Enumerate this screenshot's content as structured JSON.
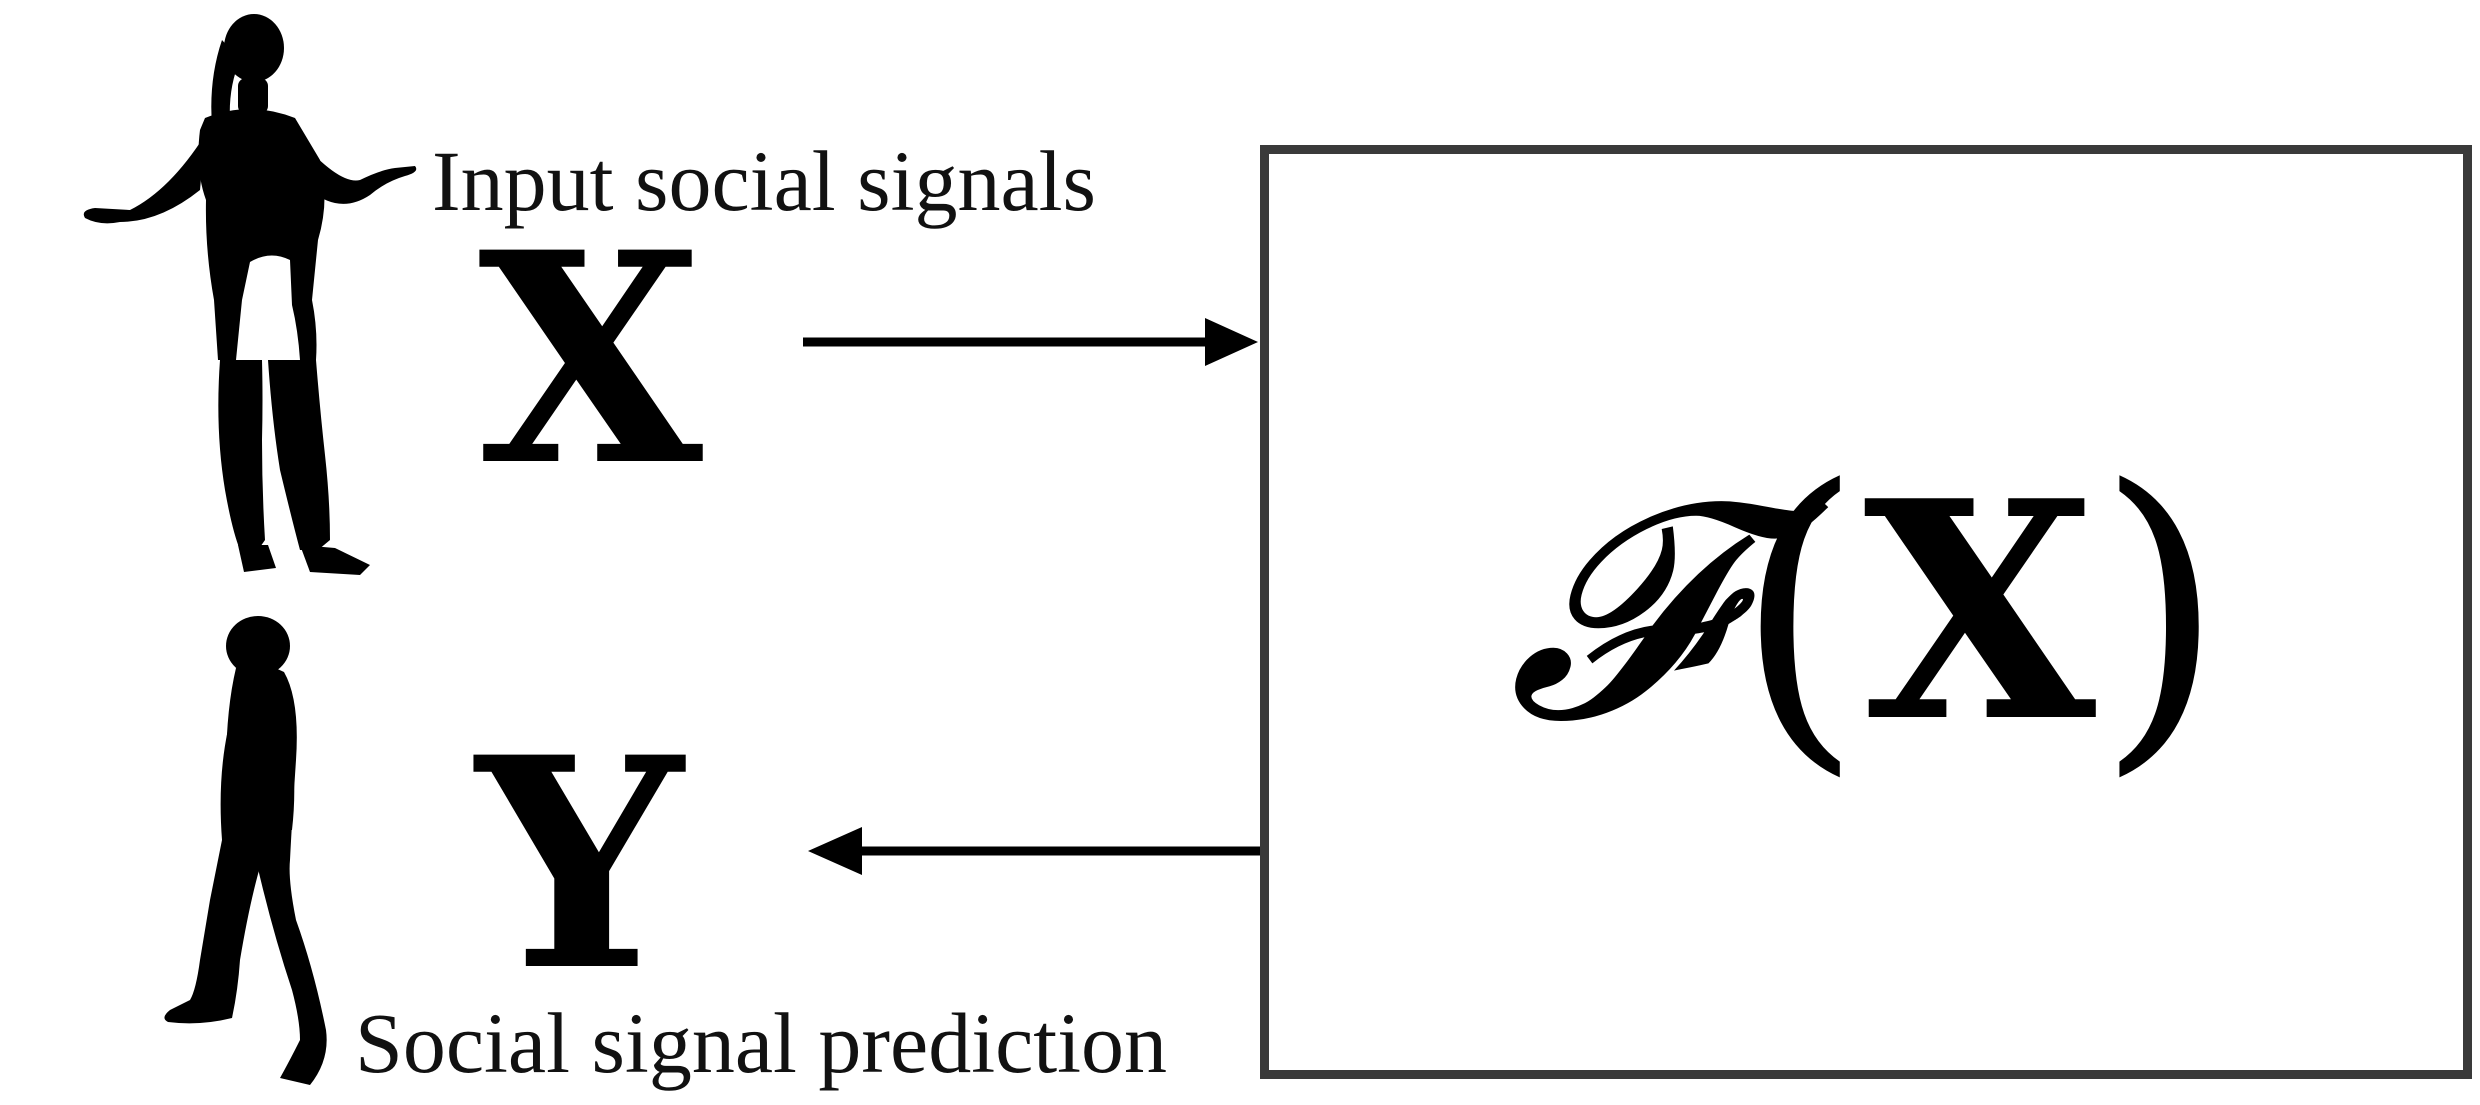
{
  "input_label": "Input social signals",
  "output_label": "Social signal prediction",
  "input_symbol": "X",
  "output_symbol": "Y",
  "function_symbol": "𝓕",
  "function_open": "(",
  "function_var": "X",
  "function_close": ")",
  "colors": {
    "ink": "#000000",
    "box_border": "#3a3a3a",
    "background": "#ffffff"
  },
  "icons": [
    "woman-silhouette-icon",
    "child-silhouette-icon"
  ]
}
